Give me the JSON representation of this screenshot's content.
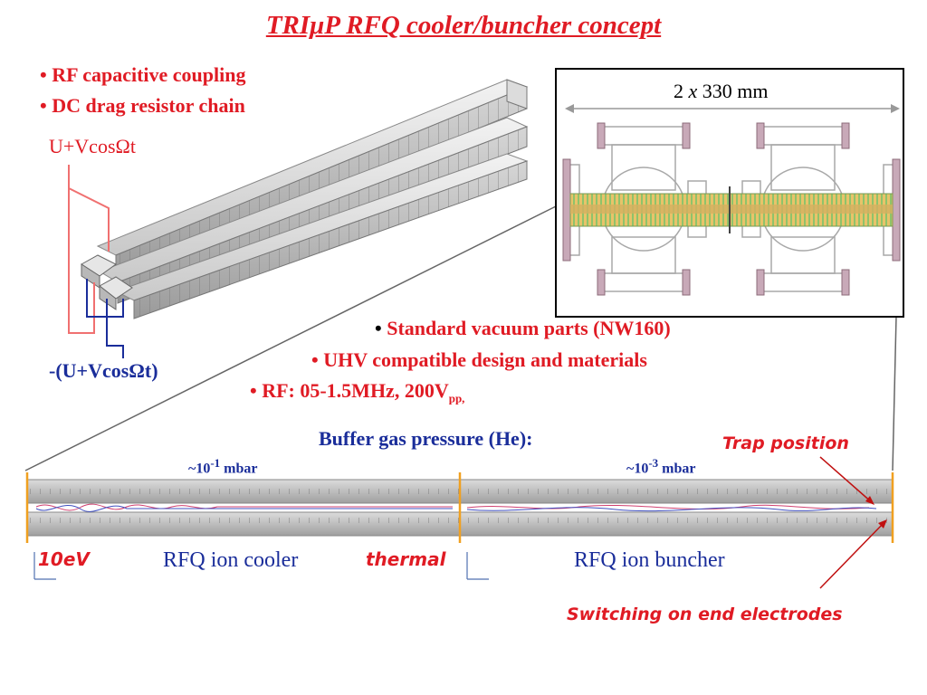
{
  "title": "TRIμP RFQ cooler/buncher concept",
  "bullets_top_left": [
    "RF capacitive coupling",
    "DC drag resistor chain"
  ],
  "voltage_pos": "U+VcosΩt",
  "voltage_neg": "-(U+VcosΩt)",
  "dimension_label": "2 x 330 mm",
  "dimension_prefix": "2",
  "dimension_x": "x",
  "dimension_value": "330 mm",
  "bullets_middle": [
    "Standard vacuum parts (NW160)",
    "UHV compatible design and materials"
  ],
  "rf_bullet": {
    "text": "RF: 05-1.5MHz, 200V",
    "subscript": "pp,"
  },
  "buffer_gas_label": "Buffer gas pressure (He):",
  "pressure_left": {
    "base": "~10",
    "exp": "-1",
    "unit": "mbar"
  },
  "pressure_right": {
    "base": "~10",
    "exp": "-3",
    "unit": "mbar"
  },
  "trap_position": "Trap position",
  "energy_label": "10eV",
  "cooler_label": "RFQ ion cooler",
  "thermal_label": "thermal",
  "buncher_label": "RFQ ion buncher",
  "switching_label": "Switching on end electrodes",
  "colors": {
    "red": "#e01b24",
    "blue": "#1a2d9a",
    "orange": "#f0a020"
  }
}
